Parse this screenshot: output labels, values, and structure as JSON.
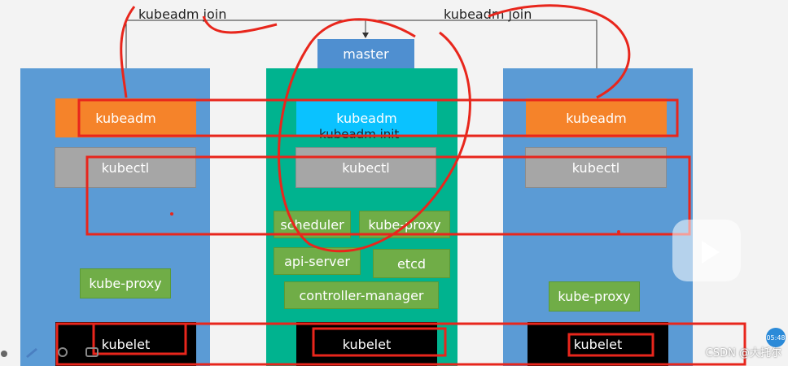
{
  "joins": {
    "left": "kubeadm join",
    "right": "kubeadm join"
  },
  "master_label": "master",
  "left_node": {
    "kubeadm": "kubeadm",
    "kubectl": "kubectl",
    "kube_proxy": "kube-proxy",
    "kubelet": "kubelet"
  },
  "master_node": {
    "kubeadm": "kubeadm",
    "kubeadm_init": "kubeadm init",
    "kubectl": "kubectl",
    "scheduler": "scheduler",
    "kube_proxy": "kube-proxy",
    "api_server": "api-server",
    "etcd": "etcd",
    "controller_manager": "controller-manager",
    "kubelet": "kubelet"
  },
  "right_node": {
    "kubeadm": "kubeadm",
    "kubectl": "kubectl",
    "kube_proxy": "kube-proxy",
    "kubelet": "kubelet"
  },
  "time_badge": "05:48",
  "watermark": "CSDN @大托尔"
}
